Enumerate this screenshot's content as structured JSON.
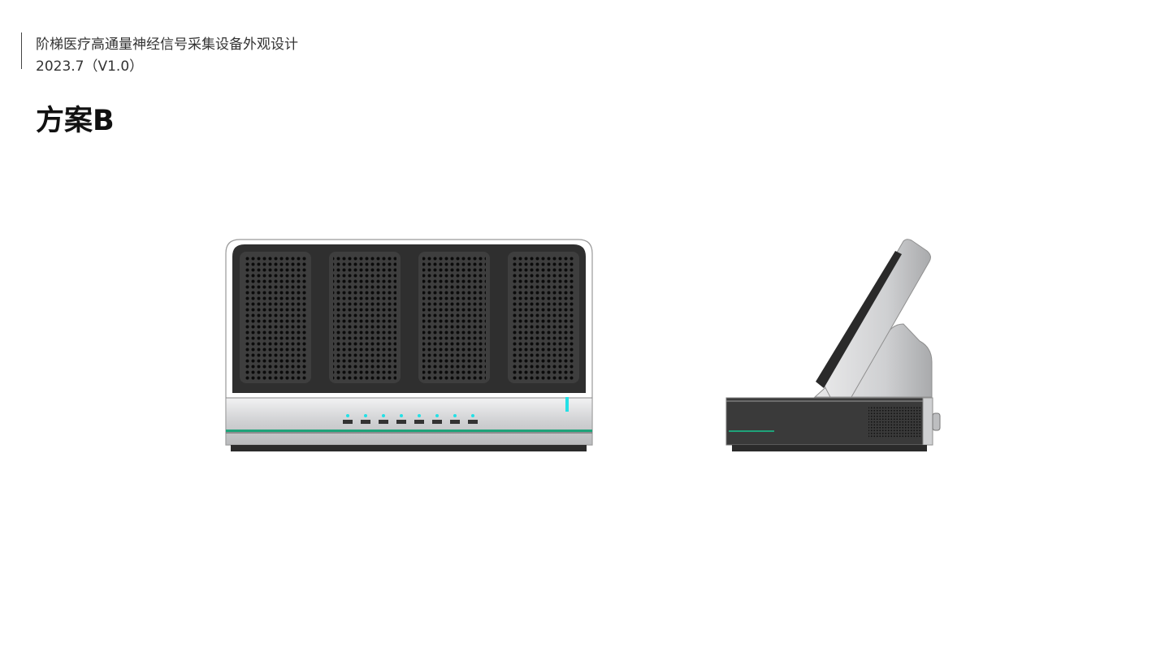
{
  "header": {
    "title": "阶梯医疗高通量神经信号采集设备外观设计",
    "date_version": "2023.7（V1.0）"
  },
  "section": {
    "title": "方案B"
  },
  "product": {
    "front_view": {
      "grille_panels": 4,
      "usb_ports": 8
    },
    "colors": {
      "body_silver": "#d4d5d7",
      "panel_dark": "#2f2f2f",
      "accent_green": "#1fa37a",
      "indicator_cyan": "#23e0e6"
    }
  }
}
